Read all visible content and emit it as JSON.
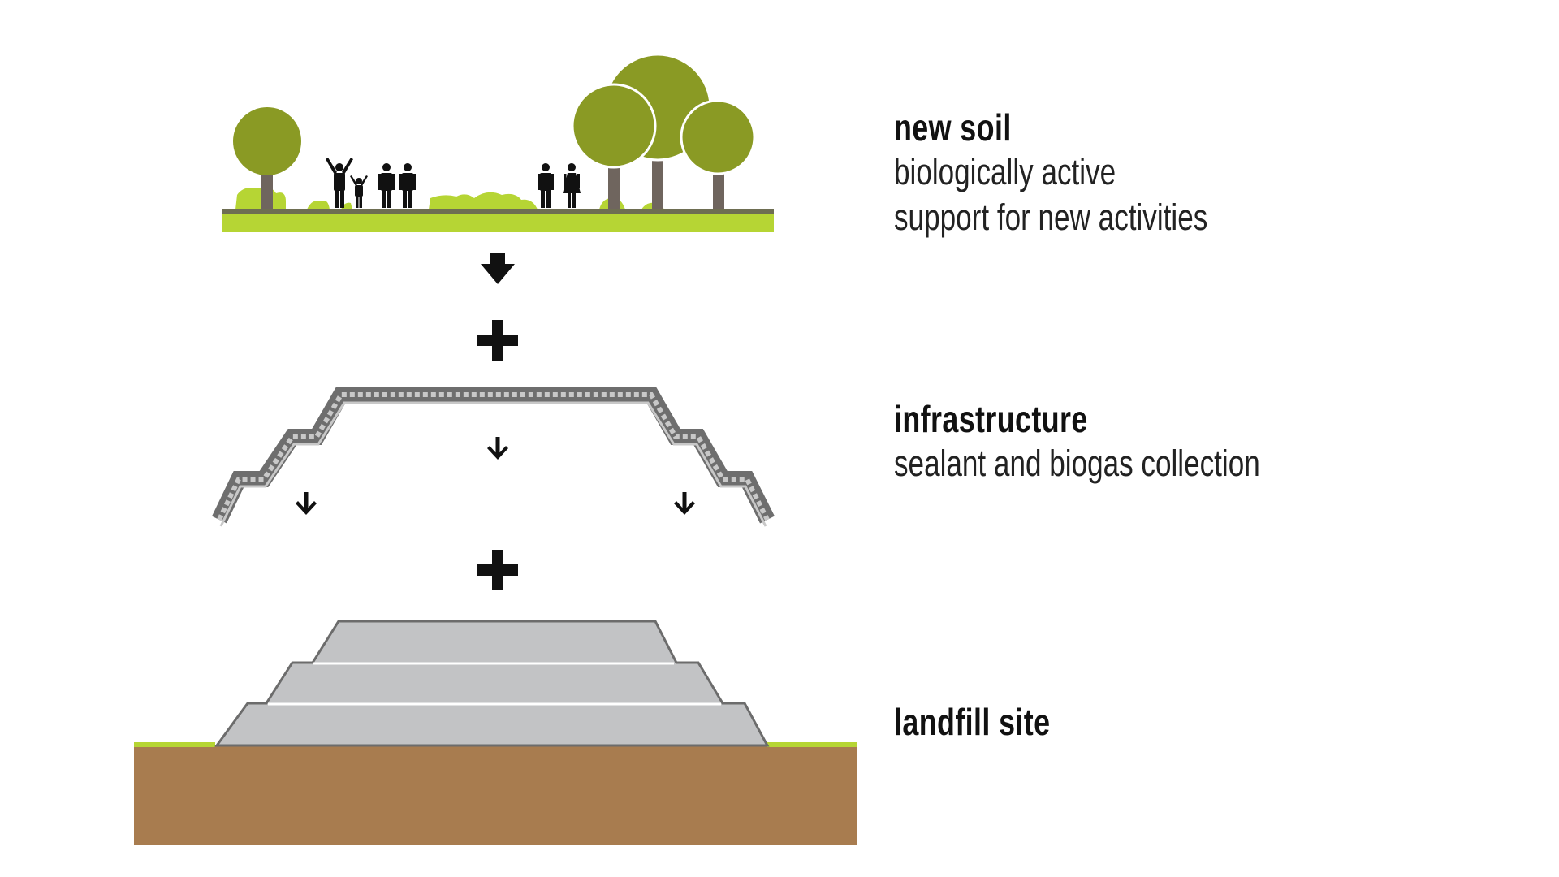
{
  "layers": {
    "new_soil": {
      "title": "new soil",
      "desc_line1": "biologically active",
      "desc_line2": "support for new activities"
    },
    "infrastructure": {
      "title": "infrastructure",
      "desc_line1": "sealant and biogas collection"
    },
    "landfill": {
      "title": "landfill site"
    }
  },
  "colors": {
    "tree_canopy": "#8a9a24",
    "trunk": "#6f655e",
    "lawn": "#b6d534",
    "soil_line": "#6e6e52",
    "liner_dark": "#6e6e6e",
    "liner_light": "#c8c8c8",
    "landfill_fill": "#c2c3c5",
    "landfill_stroke": "#6c6c6c",
    "earth": "#a87c4f",
    "arrow": "#111111"
  },
  "icons": [
    "down-arrow-icon",
    "plus-icon",
    "person-icon",
    "tree-icon",
    "shrub-icon"
  ]
}
